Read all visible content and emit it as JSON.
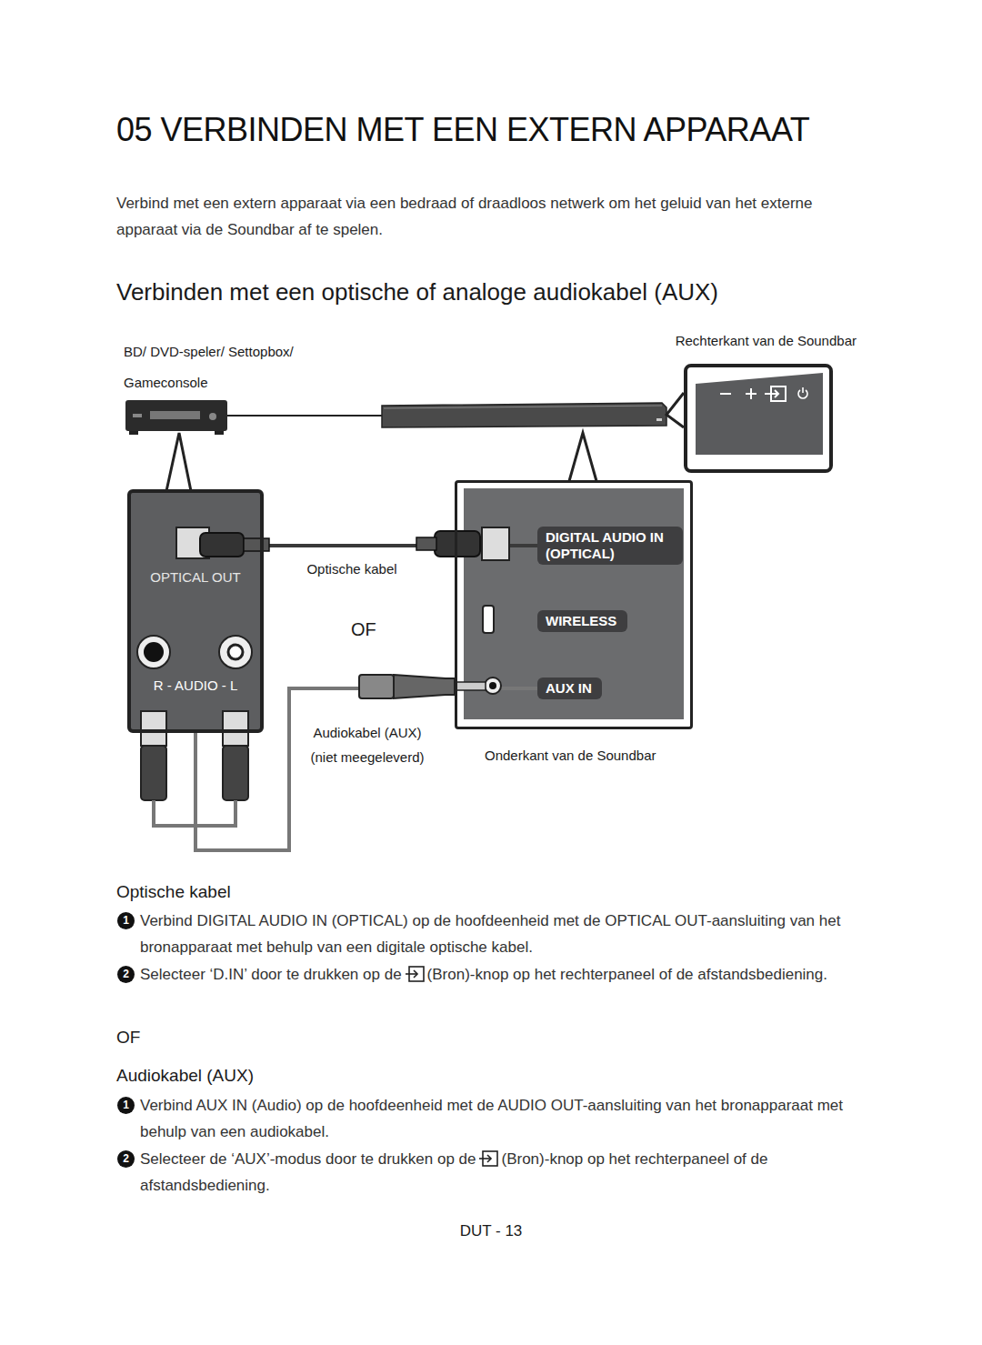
{
  "diagram": {
    "title": "05 VERBINDEN MET EEN EXTERN APPARAAT",
    "nodes": [
      {
        "text": [
          "OPTICAL OUT",
          "R - AUDIO - L"
        ]
      },
      {
        "text": [
          "Onderkant van de Soundbar"
        ]
      },
      {
        "text": [
          "DIGITAL AUDIO IN (OPTICAL)"
        ],
        "in": 1
      },
      {
        "text": [
          "WIRELESS"
        ],
        "in": 1
      },
      {
        "text": [
          "AUX IN"
        ],
        "in": 1
      },
      {
        "text": [
          "Rechterkant van de Soundbar"
        ]
      }
    ],
    "edges": [
      {
        "from": 0,
        "to": 2,
        "arrow": "none",
        "label": "Optische kabel"
      },
      {
        "from": 0,
        "to": 4,
        "arrow": "none",
        "label": "Audiokabel (AUX) (niet meegeleverd)"
      }
    ],
    "labels": [
      "Verbind met een extern apparaat via een bedraad of draadloos netwerk om het geluid van het externe apparaat via de Soundbar af te spelen.",
      "Verbinden met een optische of analoge audiokabel (AUX)",
      "BD/ DVD-speler/ Settopbox/ Gameconsole",
      "OF",
      "Optische kabel",
      "1",
      "Verbind DIGITAL AUDIO IN (OPTICAL) op de hoofdeenheid met de OPTICAL OUT-aansluiting van het bronapparaat met behulp van een digitale optische kabel.",
      "2",
      "Selecteer ‘D.IN’ door te drukken op de",
      "(Bron)-knop op het rechterpaneel of de afstandsbediening.",
      "OF",
      "Audiokabel (AUX)",
      "1",
      "Verbind AUX IN (Audio) op de hoofdeenheid met de AUDIO OUT-aansluiting van het bronapparaat met behulp van een audiokabel.",
      "2",
      "Selecteer de ‘AUX’-modus door te drukken op de",
      "(Bron)-knop op het rechterpaneel of de afstandsbediening.",
      "DUT - 13"
    ]
  }
}
